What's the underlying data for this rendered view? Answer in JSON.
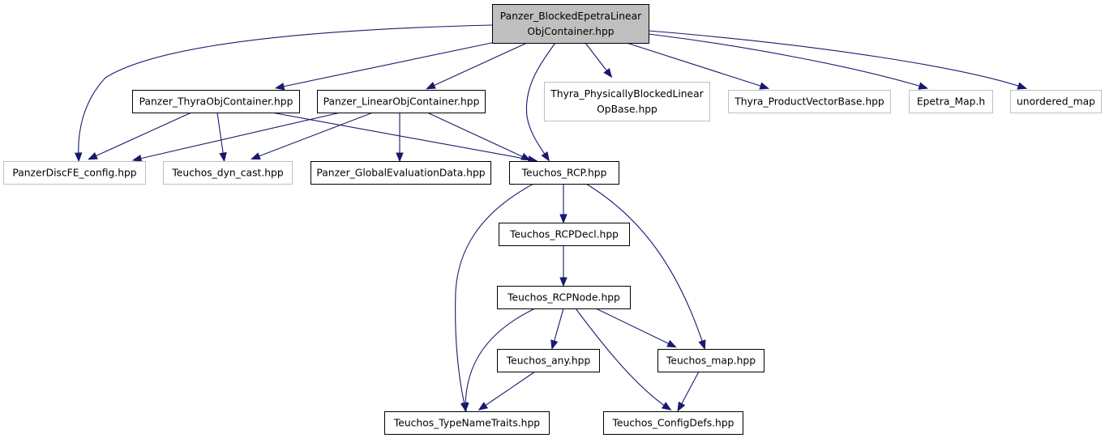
{
  "diagram": {
    "type": "include-dependency-graph",
    "colors": {
      "edge": "#191970",
      "root_fill": "#bfbfbf",
      "root_border": "#000000",
      "documented_border": "#000000",
      "external_border": "#bfbfbf",
      "external_text": "#000000"
    },
    "nodes": [
      {
        "id": "root",
        "lines": [
          "Panzer_BlockedEpetraLinear",
          "ObjContainer.hpp"
        ],
        "kind": "root"
      },
      {
        "id": "thyra_obj",
        "lines": [
          "Panzer_ThyraObjContainer.hpp"
        ],
        "kind": "documented"
      },
      {
        "id": "linear_obj",
        "lines": [
          "Panzer_LinearObjContainer.hpp"
        ],
        "kind": "documented"
      },
      {
        "id": "thyra_pbl",
        "lines": [
          "Thyra_PhysicallyBlockedLinear",
          "OpBase.hpp"
        ],
        "kind": "external"
      },
      {
        "id": "thyra_pvb",
        "lines": [
          "Thyra_ProductVectorBase.hpp"
        ],
        "kind": "external"
      },
      {
        "id": "epetra_map",
        "lines": [
          "Epetra_Map.h"
        ],
        "kind": "external"
      },
      {
        "id": "unordered_map",
        "lines": [
          "unordered_map"
        ],
        "kind": "external"
      },
      {
        "id": "discfe",
        "lines": [
          "PanzerDiscFE_config.hpp"
        ],
        "kind": "external"
      },
      {
        "id": "dyn_cast",
        "lines": [
          "Teuchos_dyn_cast.hpp"
        ],
        "kind": "external"
      },
      {
        "id": "global_eval",
        "lines": [
          "Panzer_GlobalEvaluationData.hpp"
        ],
        "kind": "documented"
      },
      {
        "id": "rcp",
        "lines": [
          "Teuchos_RCP.hpp"
        ],
        "kind": "documented"
      },
      {
        "id": "rcpdecl",
        "lines": [
          "Teuchos_RCPDecl.hpp"
        ],
        "kind": "documented"
      },
      {
        "id": "rcpnode",
        "lines": [
          "Teuchos_RCPNode.hpp"
        ],
        "kind": "documented"
      },
      {
        "id": "any",
        "lines": [
          "Teuchos_any.hpp"
        ],
        "kind": "documented"
      },
      {
        "id": "map",
        "lines": [
          "Teuchos_map.hpp"
        ],
        "kind": "documented"
      },
      {
        "id": "typenametraits",
        "lines": [
          "Teuchos_TypeNameTraits.hpp"
        ],
        "kind": "documented"
      },
      {
        "id": "configdefs",
        "lines": [
          "Teuchos_ConfigDefs.hpp"
        ],
        "kind": "documented"
      }
    ],
    "edges": [
      {
        "from": "root",
        "to": "thyra_obj"
      },
      {
        "from": "root",
        "to": "linear_obj"
      },
      {
        "from": "root",
        "to": "thyra_pbl"
      },
      {
        "from": "root",
        "to": "thyra_pvb"
      },
      {
        "from": "root",
        "to": "epetra_map"
      },
      {
        "from": "root",
        "to": "unordered_map"
      },
      {
        "from": "root",
        "to": "discfe"
      },
      {
        "from": "root",
        "to": "rcp"
      },
      {
        "from": "thyra_obj",
        "to": "discfe"
      },
      {
        "from": "thyra_obj",
        "to": "dyn_cast"
      },
      {
        "from": "thyra_obj",
        "to": "rcp"
      },
      {
        "from": "linear_obj",
        "to": "discfe"
      },
      {
        "from": "linear_obj",
        "to": "dyn_cast"
      },
      {
        "from": "linear_obj",
        "to": "global_eval"
      },
      {
        "from": "linear_obj",
        "to": "rcp"
      },
      {
        "from": "rcp",
        "to": "rcpdecl"
      },
      {
        "from": "rcp",
        "to": "typenametraits"
      },
      {
        "from": "rcp",
        "to": "map"
      },
      {
        "from": "rcpdecl",
        "to": "rcpnode"
      },
      {
        "from": "rcpnode",
        "to": "any"
      },
      {
        "from": "rcpnode",
        "to": "map"
      },
      {
        "from": "rcpnode",
        "to": "typenametraits"
      },
      {
        "from": "rcpnode",
        "to": "configdefs"
      },
      {
        "from": "any",
        "to": "typenametraits"
      },
      {
        "from": "map",
        "to": "configdefs"
      }
    ]
  }
}
